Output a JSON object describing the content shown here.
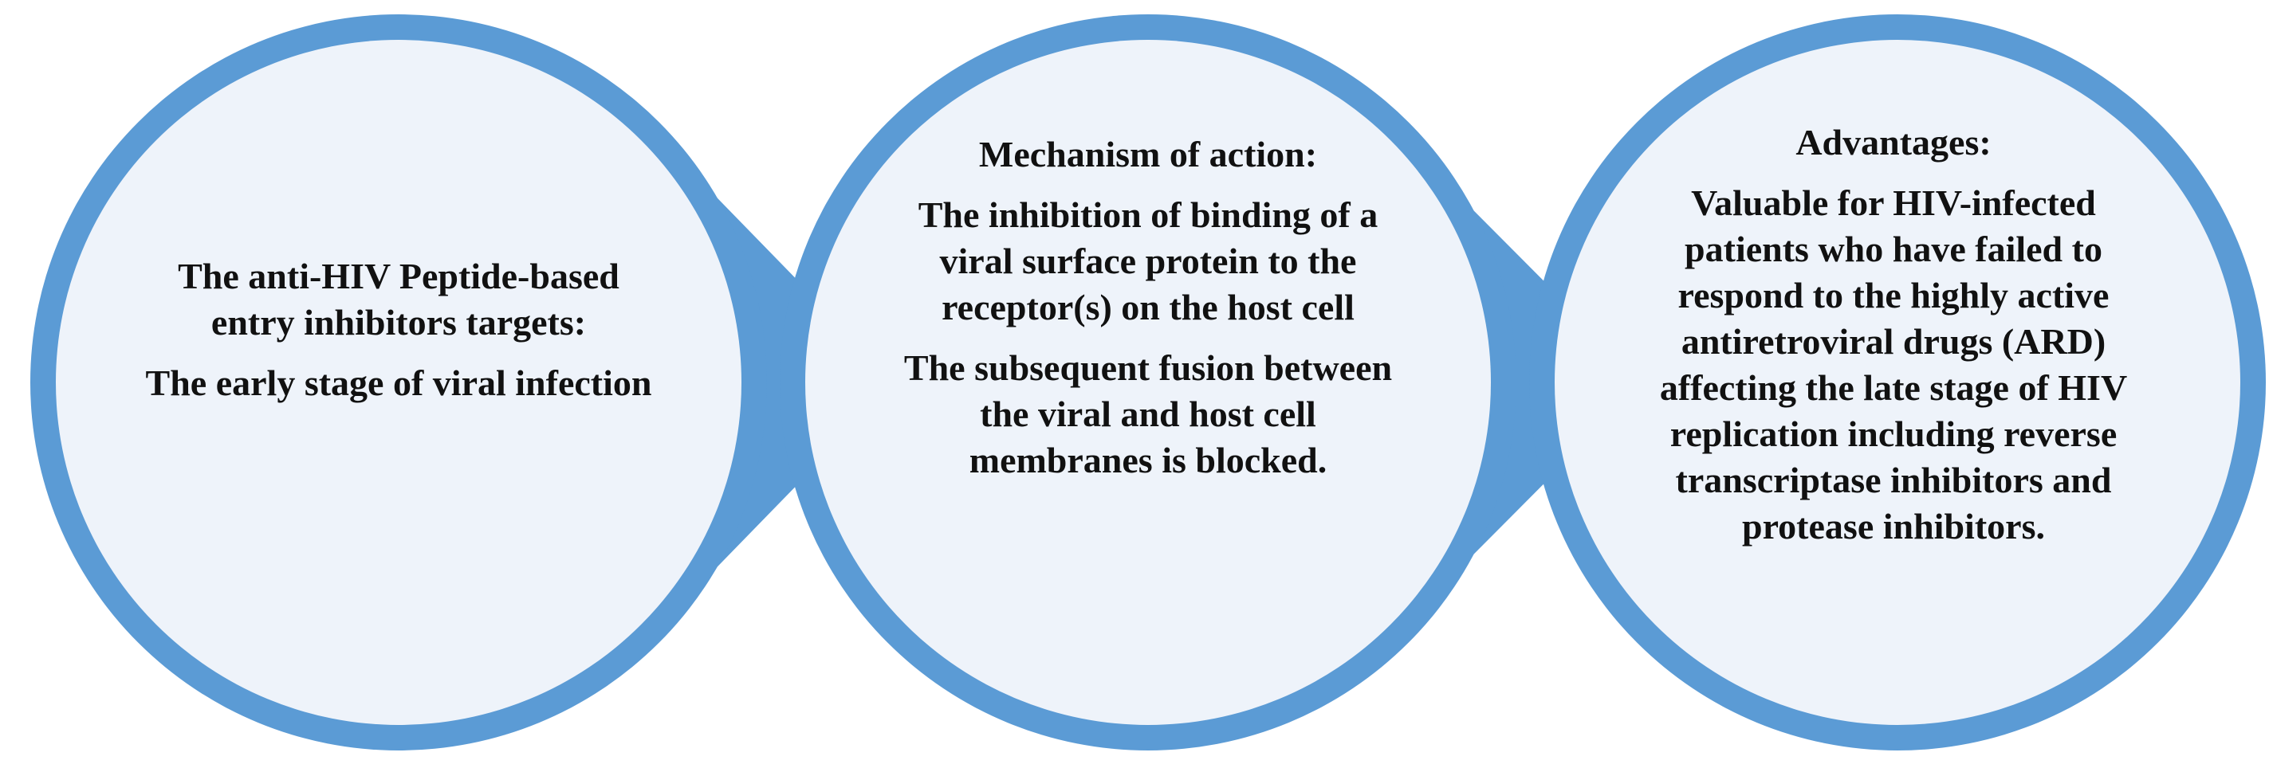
{
  "colors": {
    "ring": "#5b9bd5",
    "ring_dark": "#4a86c2",
    "fill": "#eef3fa",
    "text": "#111111"
  },
  "circle1": {
    "heading": "The anti-HIV  Peptide-based entry inhibitors targets:",
    "lines": [
      "The early stage of viral infection"
    ]
  },
  "circle2": {
    "heading": "Mechanism of action:",
    "lines": [
      "The inhibition of binding of a viral surface protein to the receptor(s) on the host cell",
      "The subsequent fusion between the viral and host cell membranes is blocked."
    ]
  },
  "circle3": {
    "heading": "Advantages:",
    "lines": [
      "Valuable for HIV-infected patients who have failed to respond to the highly active antiretroviral drugs (ARD) affecting the late stage of HIV replication including reverse transcriptase inhibitors and protease inhibitors."
    ]
  }
}
